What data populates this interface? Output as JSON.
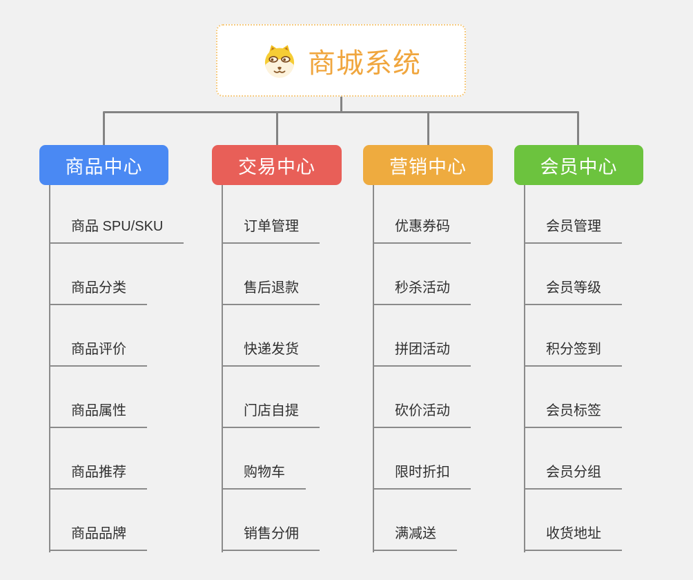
{
  "root": {
    "title": "商城系统",
    "icon": "dog-face-icon"
  },
  "branches": [
    {
      "label": "商品中心",
      "color": "#4a89f3",
      "children": [
        "商品 SPU/SKU",
        "商品分类",
        "商品评价",
        "商品属性",
        "商品推荐",
        "商品品牌"
      ]
    },
    {
      "label": "交易中心",
      "color": "#e85f58",
      "children": [
        "订单管理",
        "售后退款",
        "快递发货",
        "门店自提",
        "购物车",
        "销售分佣"
      ]
    },
    {
      "label": "营销中心",
      "color": "#eeab3f",
      "children": [
        "优惠券码",
        "秒杀活动",
        "拼团活动",
        "砍价活动",
        "限时折扣",
        "满减送"
      ]
    },
    {
      "label": "会员中心",
      "color": "#6cc33e",
      "children": [
        "会员管理",
        "会员等级",
        "积分签到",
        "会员标签",
        "会员分组",
        "收货地址"
      ]
    }
  ],
  "colors": {
    "root_accent": "#f0a63e",
    "root_border": "#f6ca7e",
    "connector": "#838383",
    "underline": "#8a8a8a",
    "child_text": "#2f2f2f",
    "background": "#f1f1f1"
  }
}
